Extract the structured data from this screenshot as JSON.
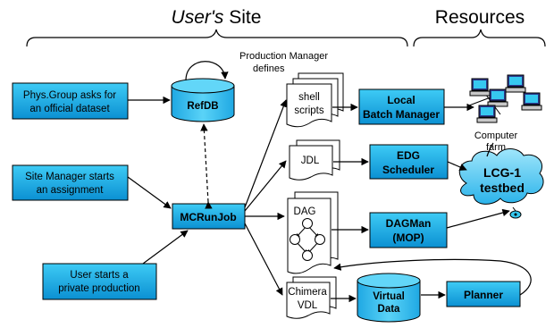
{
  "header": {
    "user_site_italic": "User's",
    "user_site_rest": " Site",
    "resources": "Resources"
  },
  "inputs": {
    "phys_group": [
      "Phys.Group asks for",
      "an official dataset"
    ],
    "site_manager": [
      "Site Manager starts",
      "an assignment"
    ],
    "user_private": [
      "User starts a",
      "private production"
    ]
  },
  "refdb": {
    "label": "RefDB",
    "loop_caption": [
      "Production Manager",
      "defines"
    ]
  },
  "mcrunjob": {
    "label": "MCRunJob"
  },
  "documents": {
    "shell": [
      "shell",
      "scripts"
    ],
    "jdl": "JDL",
    "dag": "DAG",
    "chimera": [
      "Chimera",
      "VDL"
    ]
  },
  "processors": {
    "local_batch": [
      "Local",
      "Batch Manager"
    ],
    "edg": [
      "EDG",
      "Scheduler"
    ],
    "dagman": [
      "DAGMan",
      "(MOP)"
    ],
    "planner": "Planner"
  },
  "virtual_data": [
    "Virtual",
    "Data"
  ],
  "computer_farm": [
    "Computer",
    "farm"
  ],
  "testbed": [
    "LCG-1",
    "testbed"
  ],
  "colors": {
    "box_fill_top": "#39c6f2",
    "box_fill_bottom": "#0a8fd0",
    "stroke": "#000000"
  }
}
